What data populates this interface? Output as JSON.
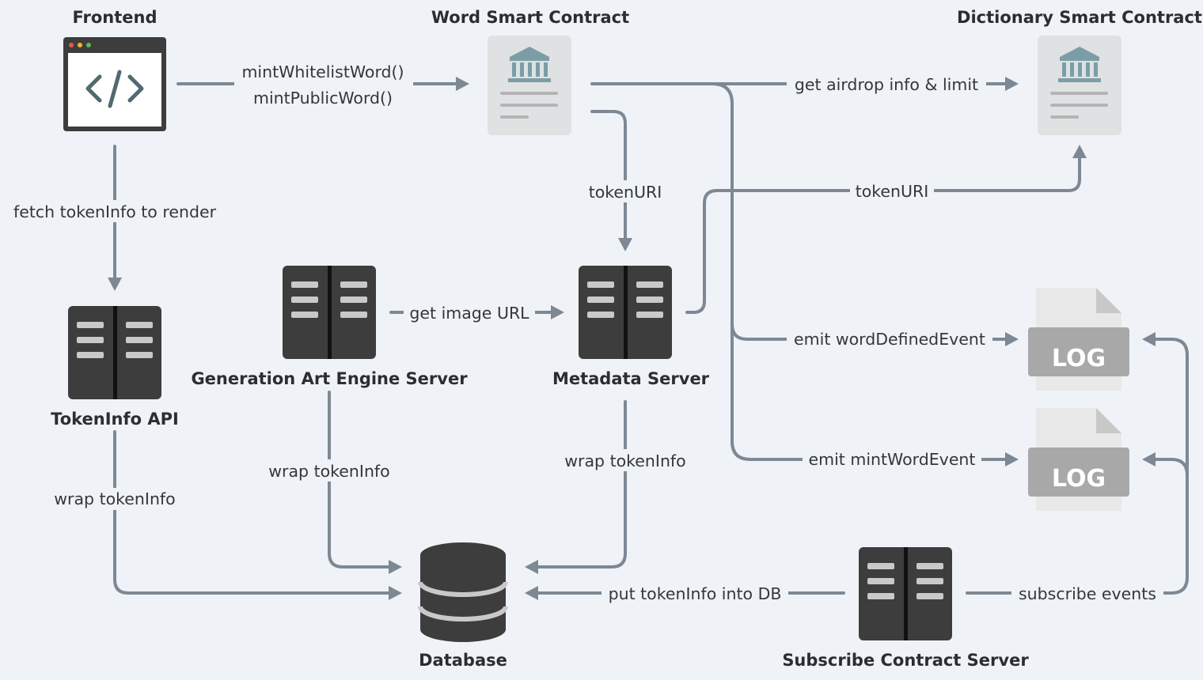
{
  "nodes": {
    "frontend": "Frontend",
    "word_contract": "Word Smart Contract",
    "dictionary_contract": "Dictionary Smart Contract",
    "tokeninfo_api": "TokenInfo API",
    "art_engine": "Generation Art Engine Server",
    "metadata_server": "Metadata Server",
    "database": "Database",
    "subscribe_server": "Subscribe Contract Server",
    "log_1": "LOG",
    "log_2": "LOG"
  },
  "edges": {
    "mint_whitelist": "mintWhitelistWord()",
    "mint_public": "mintPublicWord()",
    "airdrop": "get airdrop info & limit",
    "token_uri_word": "tokenURI",
    "token_uri_dict": "tokenURI",
    "fetch_tokeninfo": "fetch tokenInfo to render",
    "get_image_url": "get image URL",
    "emit_word_defined": "emit wordDefinedEvent",
    "emit_mint_word": "emit mintWordEvent",
    "wrap_tokeninfo_api": "wrap tokenInfo",
    "wrap_tokeninfo_art": "wrap tokenInfo",
    "wrap_tokeninfo_metadata": "wrap tokenInfo",
    "put_tokeninfo": "put tokenInfo into DB",
    "subscribe_events": "subscribe events"
  },
  "colors": {
    "background": "#eff3f7",
    "edge": "#7d8894",
    "server": "#3d3d3d",
    "contract_icon": "#7b9ea6",
    "log_label": "#a8a8a8"
  }
}
